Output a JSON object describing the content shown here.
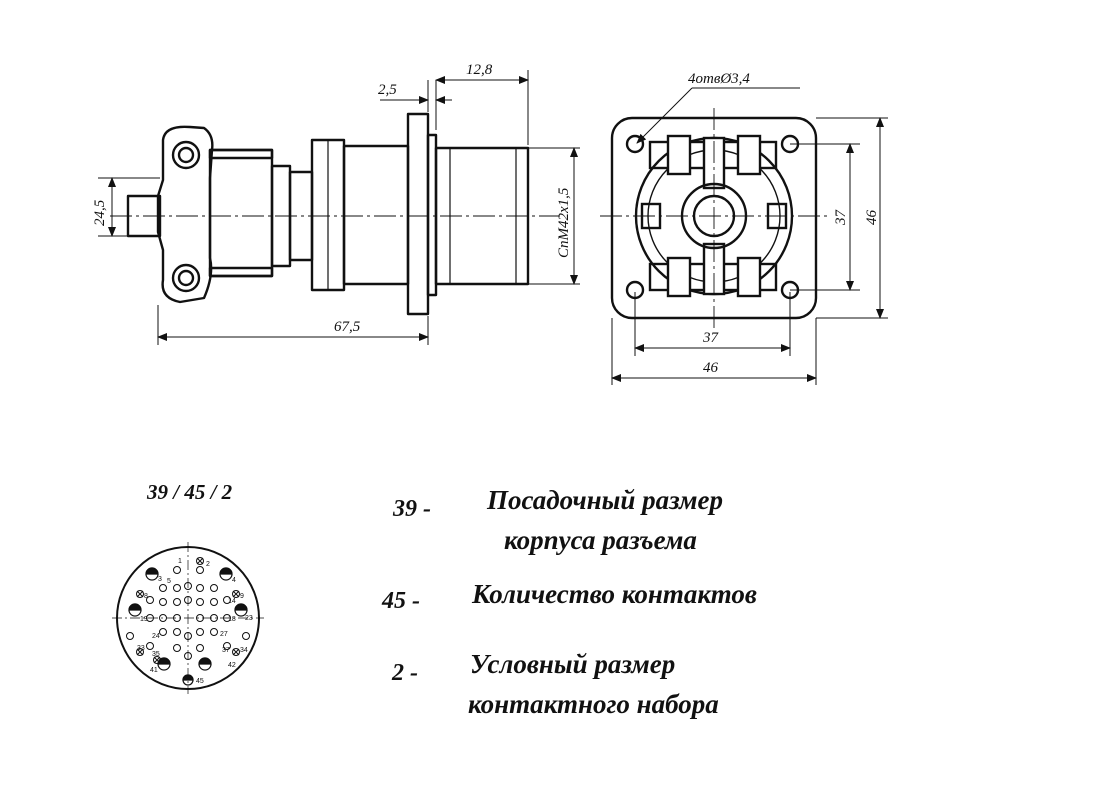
{
  "side_view": {
    "dim_flange": "2,5",
    "dim_thread_len": "12,8",
    "dim_height": "24,5",
    "dim_thread": "СпМ42х1,5",
    "dim_length": "67,5"
  },
  "front_view": {
    "dim_holes": "4отвØ3,4",
    "dim_h_inner": "37",
    "dim_h_outer": "46",
    "dim_w_inner": "37",
    "dim_w_outer": "46"
  },
  "pin_layout": {
    "code": "39 / 45 / 2",
    "pins": [
      "1",
      "2",
      "3",
      "4",
      "5",
      "8",
      "9",
      "14",
      "18",
      "19",
      "23",
      "24",
      "27",
      "33",
      "34",
      "35",
      "37",
      "41",
      "42",
      "45"
    ]
  },
  "legend": [
    {
      "number": "39 -",
      "lines": [
        "Посадочный размер",
        "корпуса разъема"
      ]
    },
    {
      "number": "45 -",
      "lines": [
        "Количество контактов"
      ]
    },
    {
      "number": "2 -",
      "lines": [
        "Условный размер",
        "контактного набора"
      ]
    }
  ]
}
